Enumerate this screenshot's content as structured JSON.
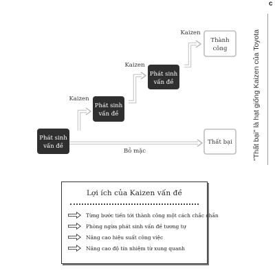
{
  "diagram": {
    "steps": [
      {
        "line1": "Phát sinh",
        "line2": "vấn đề"
      },
      {
        "line1": "Phát sinh",
        "line2": "vấn đề"
      },
      {
        "line1": "Phát sinh",
        "line2": "vấn đề"
      }
    ],
    "kaizen_labels": [
      "Kaizen",
      "Kaizen",
      "Kaizen"
    ],
    "success": {
      "line1": "Thành",
      "line2": "công"
    },
    "failure": "Thất bại",
    "ignore_label": "Bỏ mặc",
    "colors": {
      "dark_box": "#2f2f2f",
      "light_box_border": "#bdbdbd",
      "arrow": "#c8c8c8",
      "ignore_line": "#cfcfcf"
    }
  },
  "side": {
    "caption": "\"Thất bại\" là hạt giống Kaizen của Toyota",
    "edge_mark": "c"
  },
  "benefits": {
    "title": "Lợi ích của Kaizen vấn đề",
    "items": [
      "Từng bước tiến tới thành công một cách chắc chắn",
      "Phòng ngừa phát sinh vấn đề tương tự",
      "Nâng cao hiệu suất công việc",
      "Nâng cao độ tín nhiệm từ xung quanh"
    ],
    "icon": "right-arrow-icon"
  }
}
